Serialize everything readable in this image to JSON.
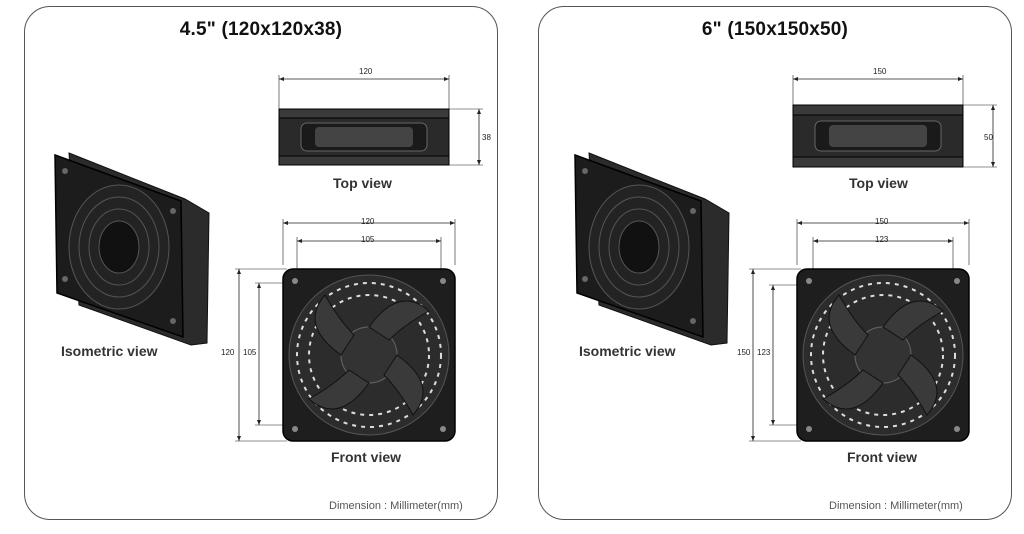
{
  "panels": [
    {
      "title": "4.5\" (120x120x38)",
      "top_view_label": "Top view",
      "front_view_label": "Front view",
      "iso_view_label": "Isometric view",
      "dimension_note": "Dimension : Millimeter(mm)",
      "dims": {
        "top_width": "120",
        "top_depth": "38",
        "front_outer_w": "120",
        "front_inner_w": "105",
        "front_outer_h": "120",
        "front_inner_h": "105"
      }
    },
    {
      "title": "6\" (150x150x50)",
      "top_view_label": "Top view",
      "front_view_label": "Front view",
      "iso_view_label": "Isometric view",
      "dimension_note": "Dimension : Millimeter(mm)",
      "dims": {
        "top_width": "150",
        "top_depth": "50",
        "front_outer_w": "150",
        "front_inner_w": "123",
        "front_outer_h": "150",
        "front_inner_h": "123"
      }
    }
  ]
}
